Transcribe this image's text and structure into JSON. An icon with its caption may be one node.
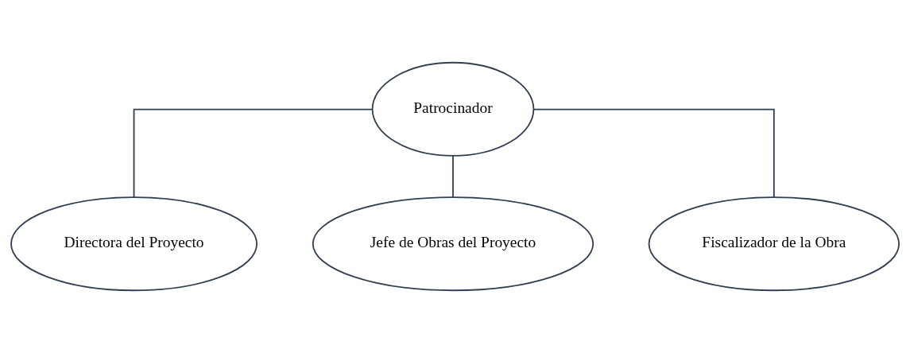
{
  "diagram": {
    "nodes": [
      {
        "text": [
          "Patrocinador"
        ]
      },
      {
        "text": [
          "Directora del Proyecto"
        ]
      },
      {
        "text": [
          "Jefe de Obras del Proyecto"
        ]
      },
      {
        "text": [
          "Fiscalizador de la Obra"
        ]
      }
    ],
    "edges": [
      {
        "from": 0,
        "to": 1,
        "arrow": "none"
      },
      {
        "from": 0,
        "to": 2,
        "arrow": "none"
      },
      {
        "from": 0,
        "to": 3,
        "arrow": "none"
      }
    ]
  }
}
